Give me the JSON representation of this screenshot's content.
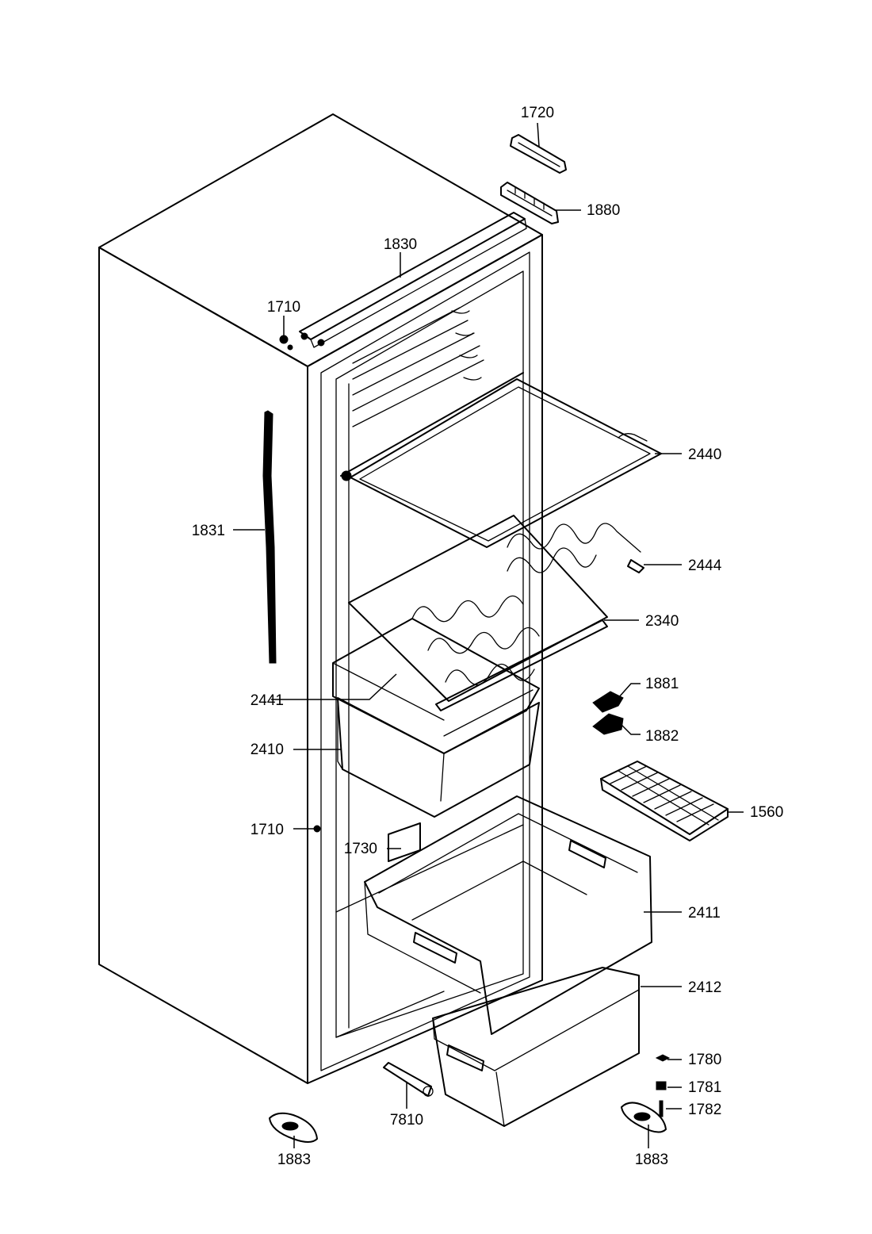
{
  "parts": [
    {
      "id": "p1720",
      "label": "1720"
    },
    {
      "id": "p1880",
      "label": "1880"
    },
    {
      "id": "p1830",
      "label": "1830"
    },
    {
      "id": "p1710a",
      "label": "1710"
    },
    {
      "id": "p2440",
      "label": "2440"
    },
    {
      "id": "p1831",
      "label": "1831"
    },
    {
      "id": "p2444",
      "label": "2444"
    },
    {
      "id": "p2340",
      "label": "2340"
    },
    {
      "id": "p1881",
      "label": "1881"
    },
    {
      "id": "p2441",
      "label": "2441"
    },
    {
      "id": "p1882",
      "label": "1882"
    },
    {
      "id": "p2410",
      "label": "2410"
    },
    {
      "id": "p1560",
      "label": "1560"
    },
    {
      "id": "p1710b",
      "label": "1710"
    },
    {
      "id": "p1730",
      "label": "1730"
    },
    {
      "id": "p2411",
      "label": "2411"
    },
    {
      "id": "p2412",
      "label": "2412"
    },
    {
      "id": "p1780",
      "label": "1780"
    },
    {
      "id": "p1781",
      "label": "1781"
    },
    {
      "id": "p7810",
      "label": "7810"
    },
    {
      "id": "p1782",
      "label": "1782"
    },
    {
      "id": "p1883a",
      "label": "1883"
    },
    {
      "id": "p1883b",
      "label": "1883"
    }
  ]
}
